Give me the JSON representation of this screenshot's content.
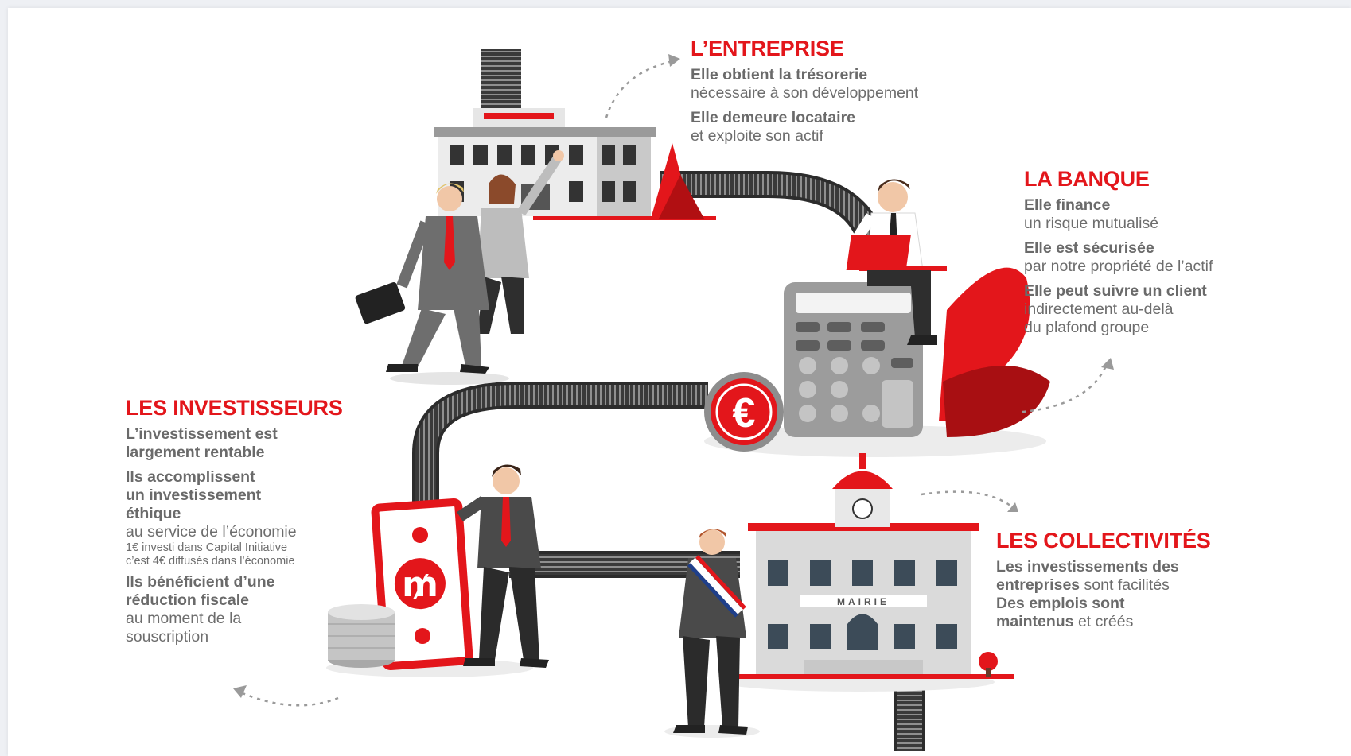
{
  "colors": {
    "accent": "#e3161b",
    "dark": "#2b2b2b",
    "grey": "#8a8a8a",
    "text": "#6d6d6d"
  },
  "entreprise": {
    "title": "L’ENTREPRISE",
    "l1_bold": "Elle obtient la trésorerie",
    "l1_rest": "nécessaire à son développement",
    "l2_bold": "Elle demeure locataire",
    "l2_rest": "et exploite son actif"
  },
  "banque": {
    "title": "LA BANQUE",
    "l1_bold": "Elle finance",
    "l1_rest": "un risque mutualisé",
    "l2_bold": "Elle est sécurisée",
    "l2_rest": "par notre propriété de l’actif",
    "l3_bold": "Elle peut suivre un client",
    "l3_rest_a": "indirectement au-delà",
    "l3_rest_b": "du plafond groupe"
  },
  "investisseurs": {
    "title": "LES INVESTISSEURS",
    "l1_bold_a": "L’investissement est",
    "l1_bold_b": "largement rentable",
    "l2_bold_a": "Ils accomplissent",
    "l2_bold_b": "un investissement",
    "l2_bold_c": "éthique",
    "l2_rest": "au service de l’économie",
    "l2_small_a": "1€ investi dans Capital Initiative",
    "l2_small_b": "c’est 4€ diffusés dans l’économie",
    "l3_bold_a": "Ils bénéficient d’une",
    "l3_bold_b": "réduction fiscale",
    "l3_rest_a": "au moment de la",
    "l3_rest_b": "souscription"
  },
  "collectivites": {
    "title": "LES COLLECTIVITÉS",
    "l1_bold_a": "Les investissements des",
    "l1_bold_b": "entreprises",
    "l1_rest": " sont facilités",
    "l2_bold_a": "Des emplois sont",
    "l2_bold_b": "maintenus",
    "l2_rest": " et créés"
  },
  "mairie_label": "MAIRIE",
  "icons": {
    "euro_coin": "€",
    "banknote_symbol": "₥"
  }
}
